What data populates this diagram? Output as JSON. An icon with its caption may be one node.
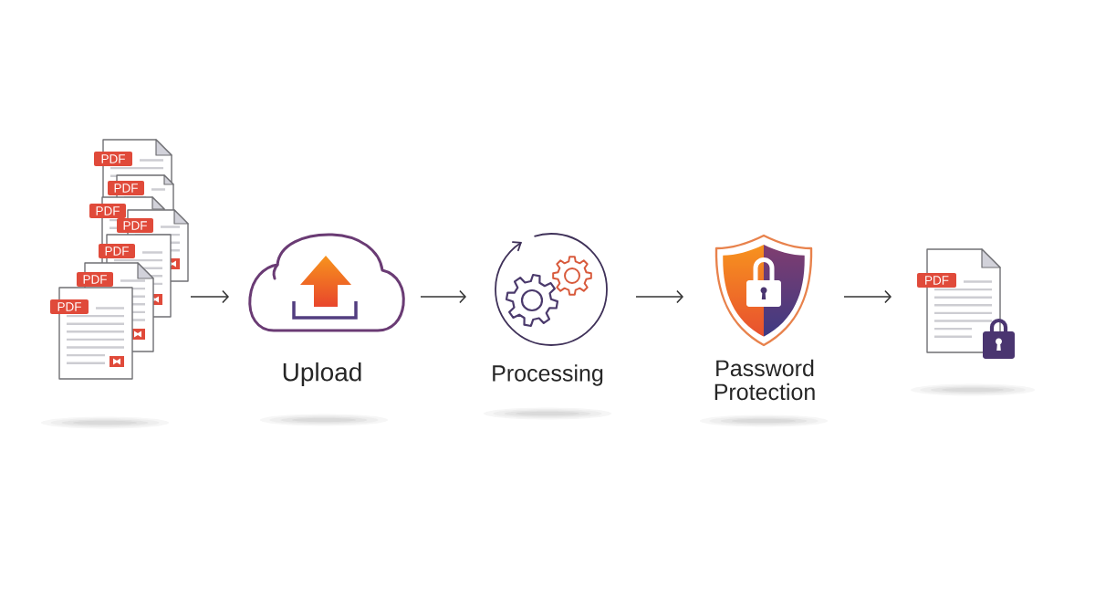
{
  "diagram": {
    "nodes": [
      {
        "text": [
          "PDF",
          "PDF",
          "PDF",
          "PDF",
          "PDF",
          "PDF",
          "PDF"
        ]
      },
      {
        "text": [
          "Upload"
        ]
      },
      {
        "text": [
          "Processing"
        ]
      },
      {
        "text": [
          "Password Protection"
        ]
      },
      {
        "text": [
          "PDF"
        ]
      }
    ],
    "edges": [
      {
        "from": 0,
        "to": 1,
        "arrow": "to"
      },
      {
        "from": 1,
        "to": 2,
        "arrow": "to"
      },
      {
        "from": 2,
        "to": 3,
        "arrow": "to"
      },
      {
        "from": 3,
        "to": 4,
        "arrow": "to"
      }
    ]
  }
}
